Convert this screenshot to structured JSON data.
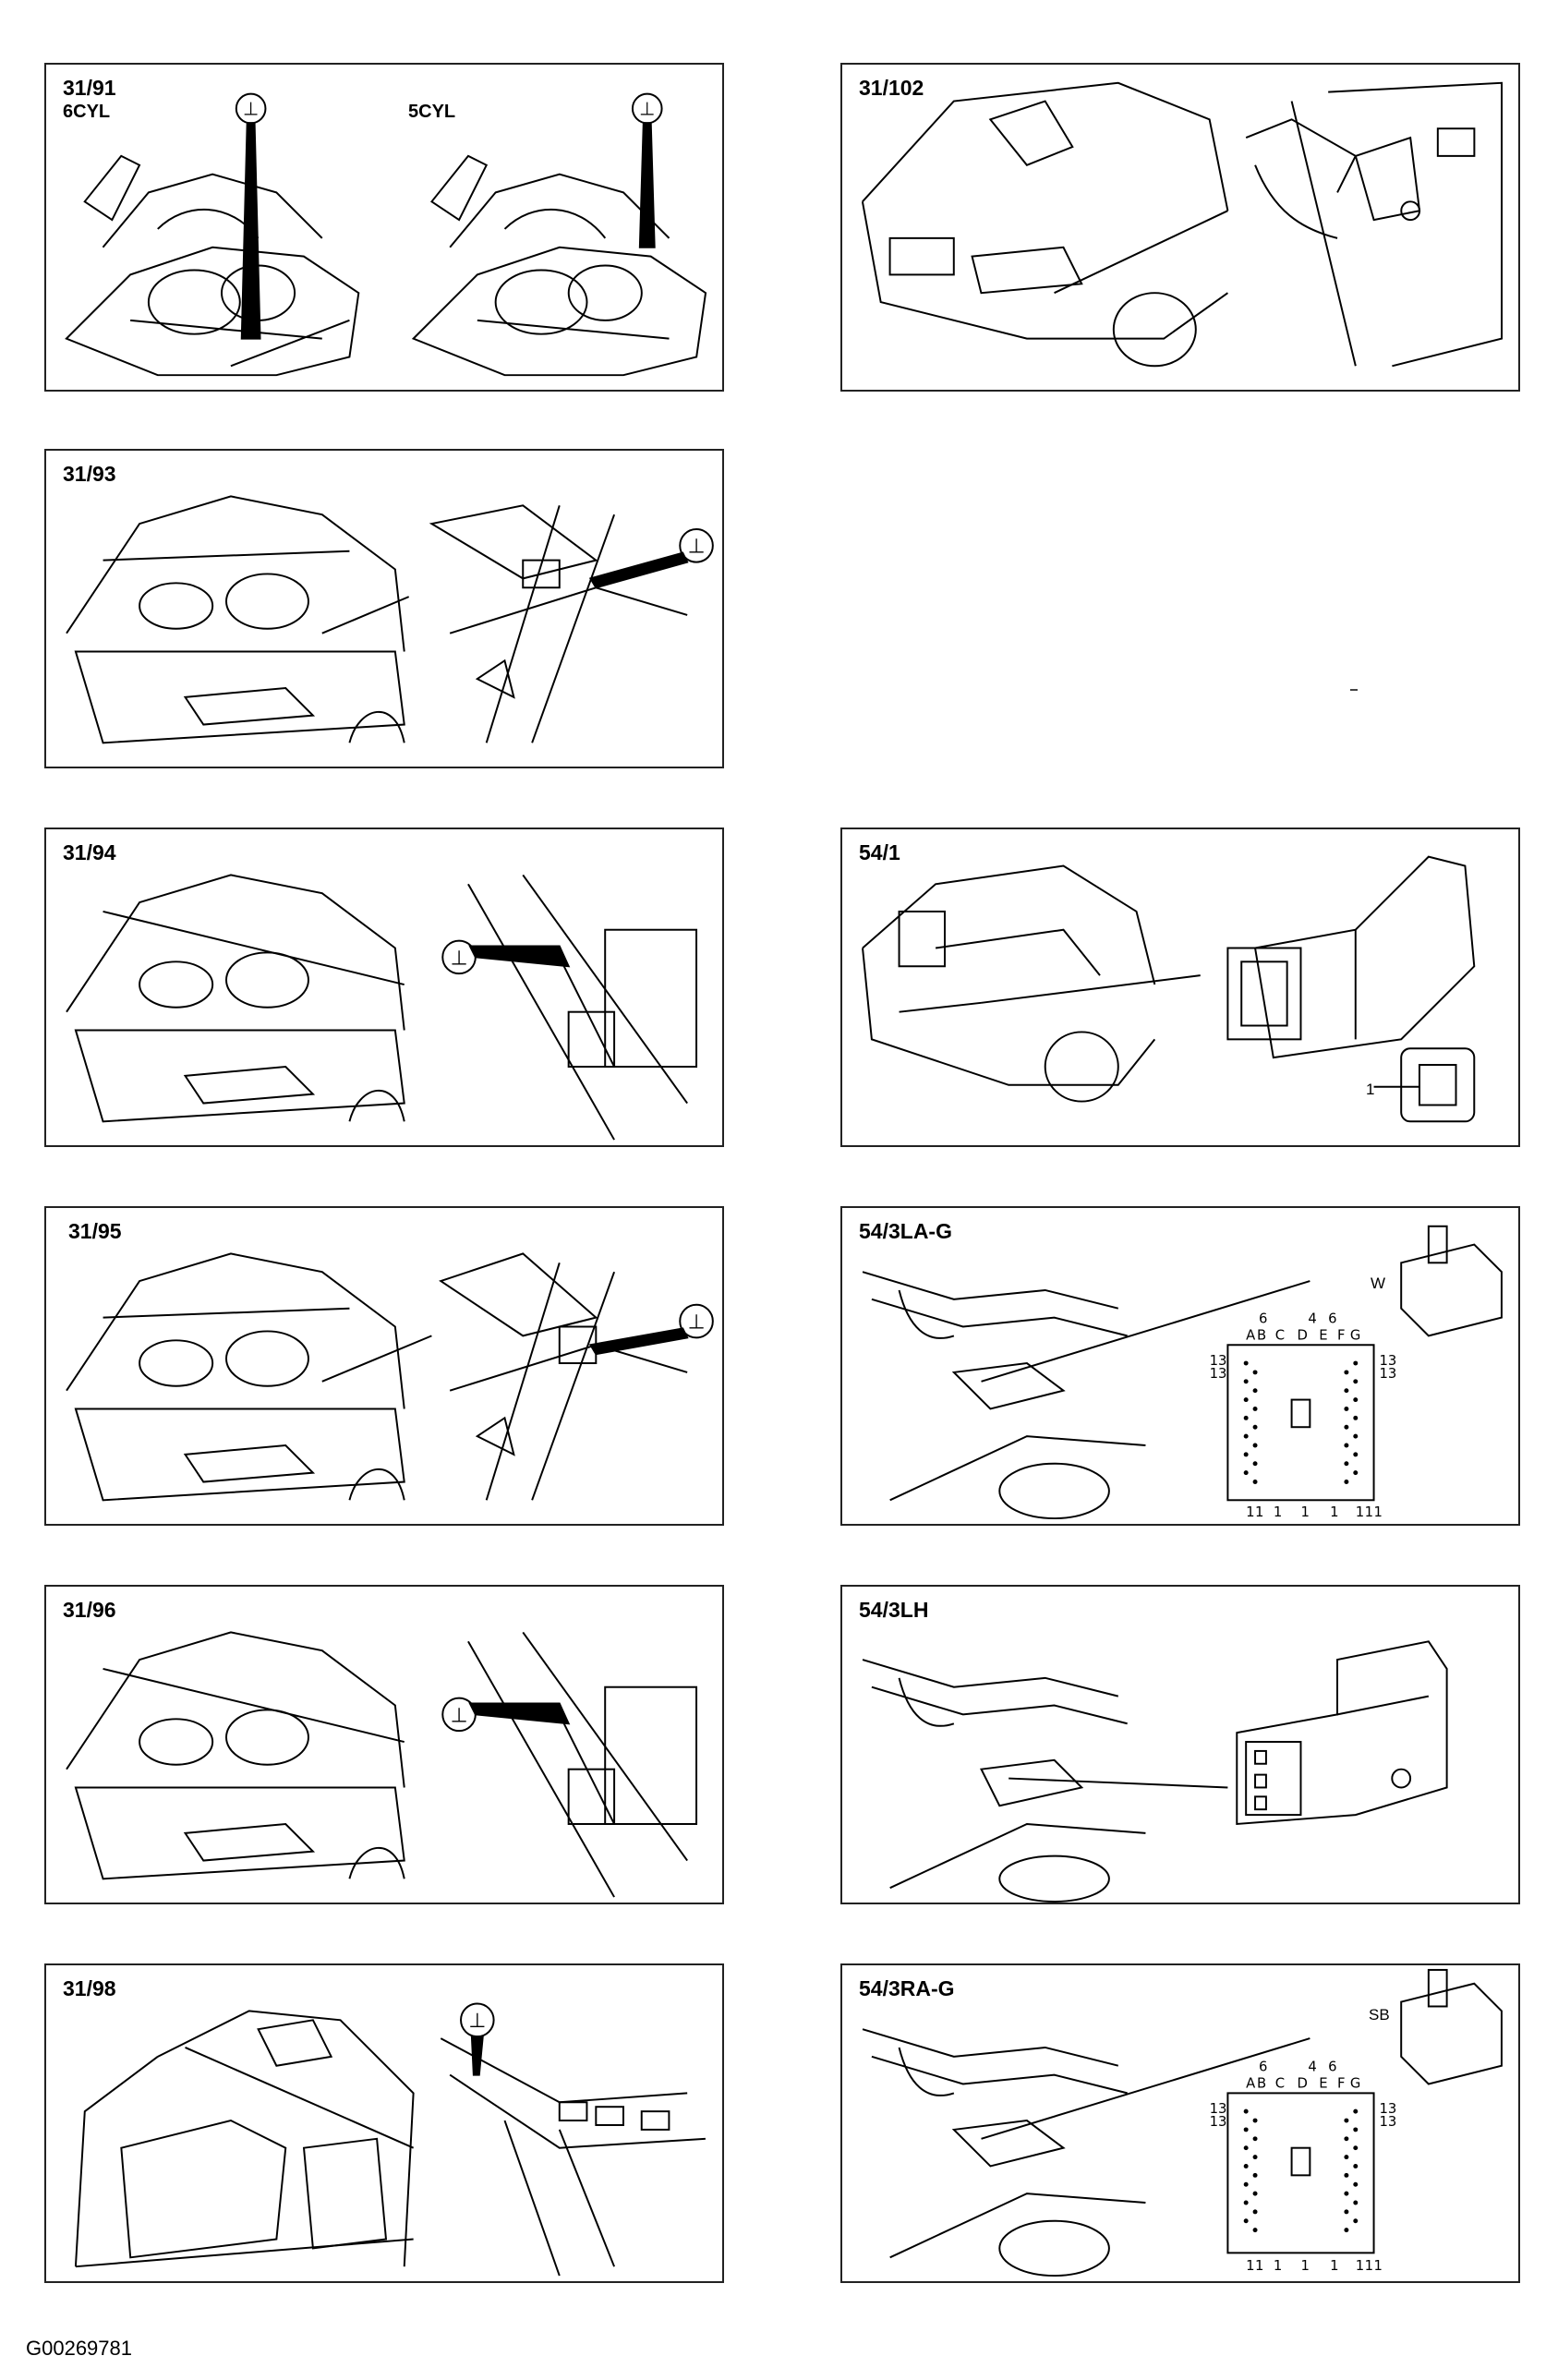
{
  "figure_id": "G00269781",
  "panels": {
    "p3191": {
      "title": "31/91",
      "labels": [
        "6CYL",
        "5CYL"
      ]
    },
    "p31102": {
      "title": "31/102"
    },
    "p3193": {
      "title": "31/93"
    },
    "p3194": {
      "title": "31/94"
    },
    "p541": {
      "title": "54/1",
      "labels": [
        "1"
      ]
    },
    "p3195": {
      "title": "31/95"
    },
    "p543lag": {
      "title": "54/3LA-G",
      "labels": [
        "W"
      ]
    },
    "p3196": {
      "title": "31/96"
    },
    "p543lh": {
      "title": "54/3LH"
    },
    "p3198": {
      "title": "31/98"
    },
    "p543rag": {
      "title": "54/3RA-G",
      "labels": [
        "SB"
      ]
    }
  },
  "connector_pinout": {
    "letters": [
      "A",
      "B",
      "C",
      "D",
      "E",
      "F",
      "G"
    ],
    "top_numbers": [
      "6",
      "4",
      "6"
    ],
    "side_numbers": [
      "13",
      "13",
      "13",
      "13"
    ],
    "bottom_numbers": [
      "1",
      "1",
      "1",
      "1",
      "1",
      "1",
      "1",
      "1"
    ]
  },
  "ground_symbol": "⊥"
}
